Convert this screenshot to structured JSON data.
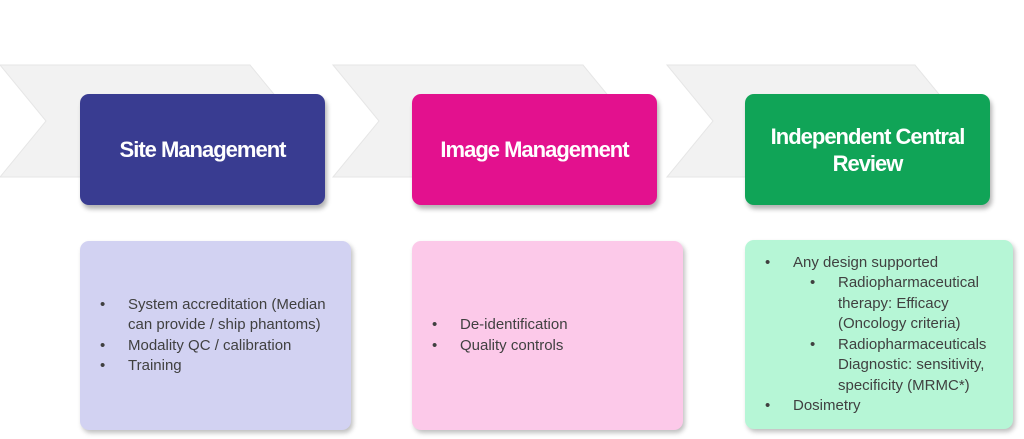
{
  "colors": {
    "site": "#393c91",
    "image": "#e3118e",
    "review": "#10a457",
    "site_bg": "#d2d2f2",
    "image_bg": "#fcc9e9",
    "review_bg": "#b6f6d6",
    "chevron": "#f2f2f2"
  },
  "stages": [
    {
      "title": "Site Management",
      "items": [
        "System accreditation (Median can provide / ship phantoms)",
        "Modality QC / calibration",
        "Training"
      ]
    },
    {
      "title": "Image Management",
      "items": [
        "De-identification",
        "Quality controls"
      ]
    },
    {
      "title": "Independent Central Review",
      "items": [
        "Any design supported",
        "Dosimetry"
      ],
      "subitems": [
        "Radiopharmaceutical therapy: Efficacy (Oncology criteria)",
        "Radiopharmaceuticals Diagnostic: sensitivity, specificity (MRMC*)"
      ]
    }
  ]
}
